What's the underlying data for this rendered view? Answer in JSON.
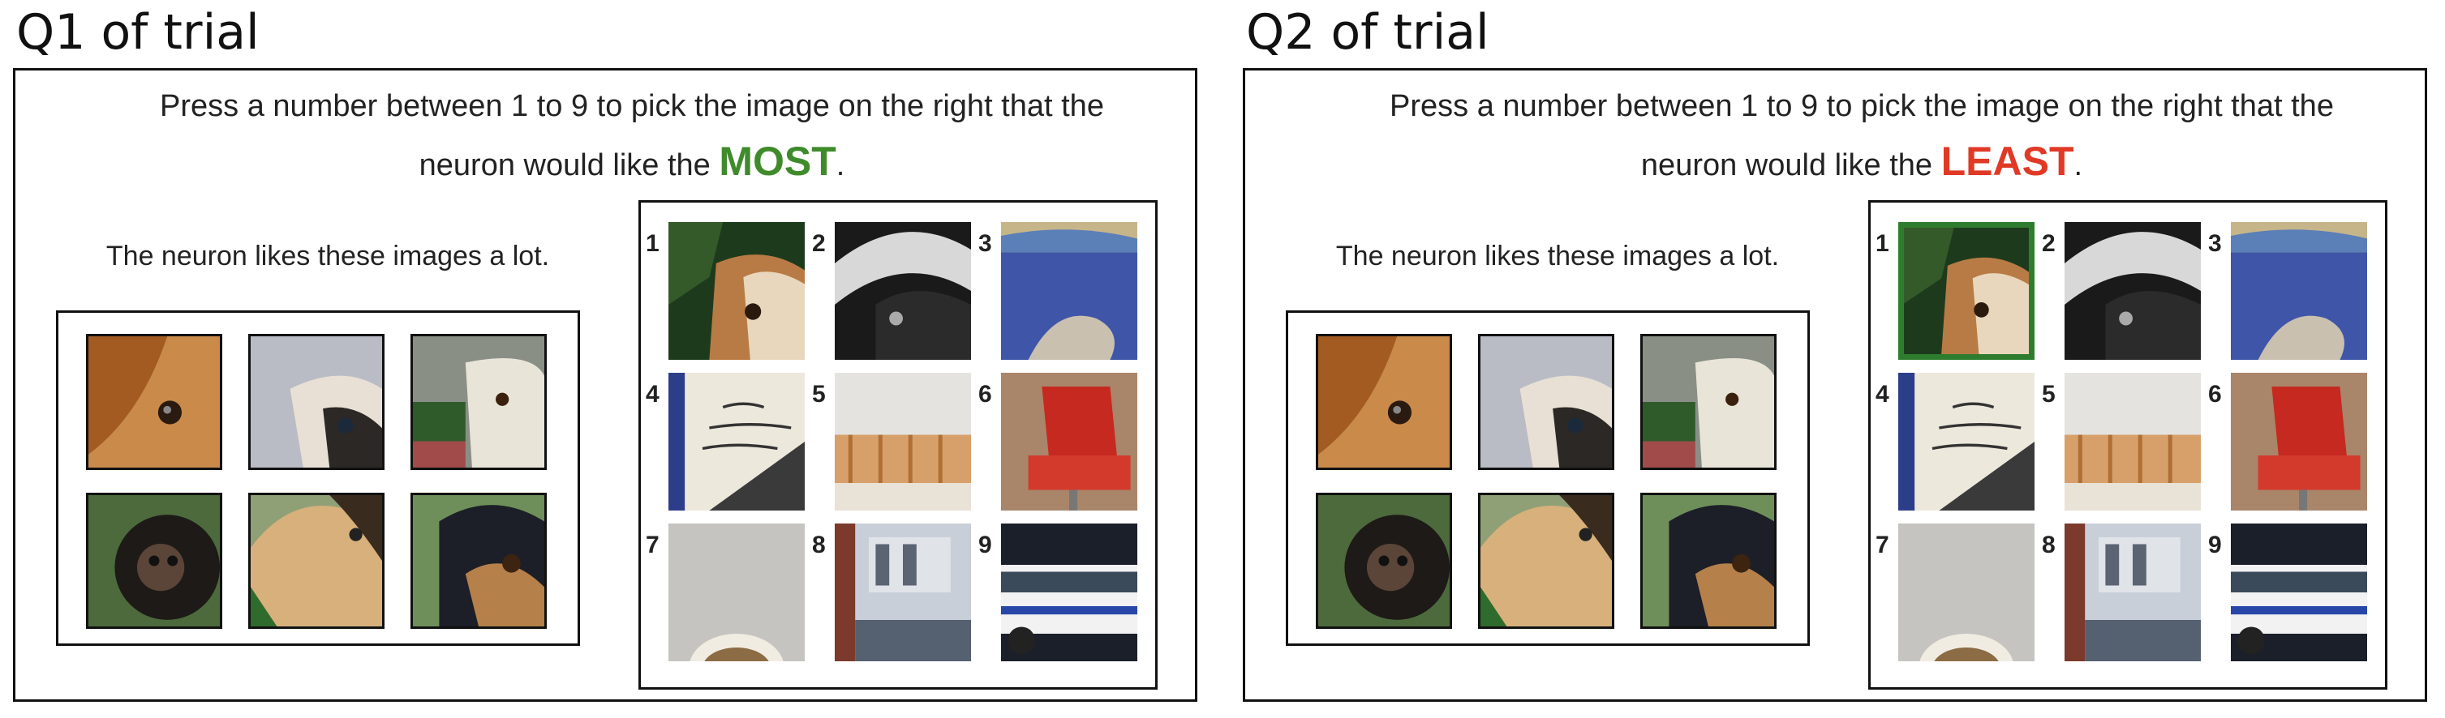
{
  "colors": {
    "most": "#3f8b2c",
    "least": "#e03a27",
    "selected_border": "#2e7d2e"
  },
  "panels": [
    {
      "title": "Q1 of trial",
      "instruction_line1": "Press a number between 1 to 9 to pick the image on the right that the",
      "instruction_line2_prefix": "neuron would like the ",
      "keyword": "MOST",
      "instruction_line2_suffix": ".",
      "keyword_color": "#3f8b2c",
      "likes_caption": "The neuron likes these images a lot.",
      "reference_images": [
        "dog-ear-closeup",
        "dog-eye-grey",
        "dog-white-face",
        "monkey-face",
        "dog-nose-tan",
        "dog-black-eye"
      ],
      "choices": [
        {
          "number": "1",
          "image": "dog-face-foliage"
        },
        {
          "number": "2",
          "image": "helmet-closeup"
        },
        {
          "number": "3",
          "image": "blue-sky-feathers"
        },
        {
          "number": "4",
          "image": "handwritten-note"
        },
        {
          "number": "5",
          "image": "cigarettes"
        },
        {
          "number": "6",
          "image": "red-chair"
        },
        {
          "number": "7",
          "image": "grey-cup"
        },
        {
          "number": "8",
          "image": "street-building"
        },
        {
          "number": "9",
          "image": "bus"
        }
      ],
      "selected": null
    },
    {
      "title": "Q2 of trial",
      "instruction_line1": "Press a number between 1 to 9 to pick the image on the right that the",
      "instruction_line2_prefix": "neuron would like the ",
      "keyword": "LEAST",
      "instruction_line2_suffix": ".",
      "keyword_color": "#e03a27",
      "likes_caption": "The neuron likes these images a lot.",
      "reference_images": [
        "dog-ear-closeup",
        "dog-eye-grey",
        "dog-white-face",
        "monkey-face",
        "dog-nose-tan",
        "dog-black-eye"
      ],
      "choices": [
        {
          "number": "1",
          "image": "dog-face-foliage"
        },
        {
          "number": "2",
          "image": "helmet-closeup"
        },
        {
          "number": "3",
          "image": "blue-sky-feathers"
        },
        {
          "number": "4",
          "image": "handwritten-note"
        },
        {
          "number": "5",
          "image": "cigarettes"
        },
        {
          "number": "6",
          "image": "red-chair"
        },
        {
          "number": "7",
          "image": "grey-cup"
        },
        {
          "number": "8",
          "image": "street-building"
        },
        {
          "number": "9",
          "image": "bus"
        }
      ],
      "selected": "1"
    }
  ]
}
